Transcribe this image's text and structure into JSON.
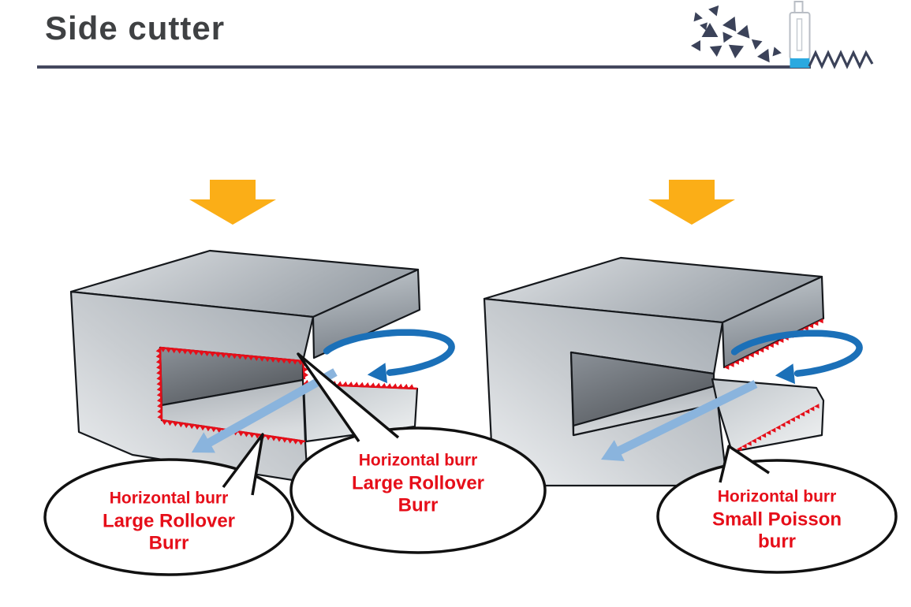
{
  "title": "Side cutter",
  "callouts": {
    "left": {
      "lines": [
        "Horizontal burr",
        "Large Rollover",
        "Burr"
      ]
    },
    "middle": {
      "lines": [
        "Horizontal burr",
        "Large Rollover",
        "Burr"
      ]
    },
    "right": {
      "lines": [
        "Horizontal burr",
        "Small Poisson",
        "burr"
      ]
    }
  },
  "legend_icons": [
    "metal-chips-icon",
    "deburring-tool-icon",
    "zigzag-burr-icon"
  ],
  "colors": {
    "burr_red": "#e60e19",
    "rotation_blue": "#1b70b8",
    "feed_light_blue": "#8ab4dd",
    "arrow_yellow": "#fbae17",
    "logo_navy": "#3b4259",
    "title_text": "#3f4143",
    "underline": "#44485e",
    "edge_dark": "#15181c"
  }
}
